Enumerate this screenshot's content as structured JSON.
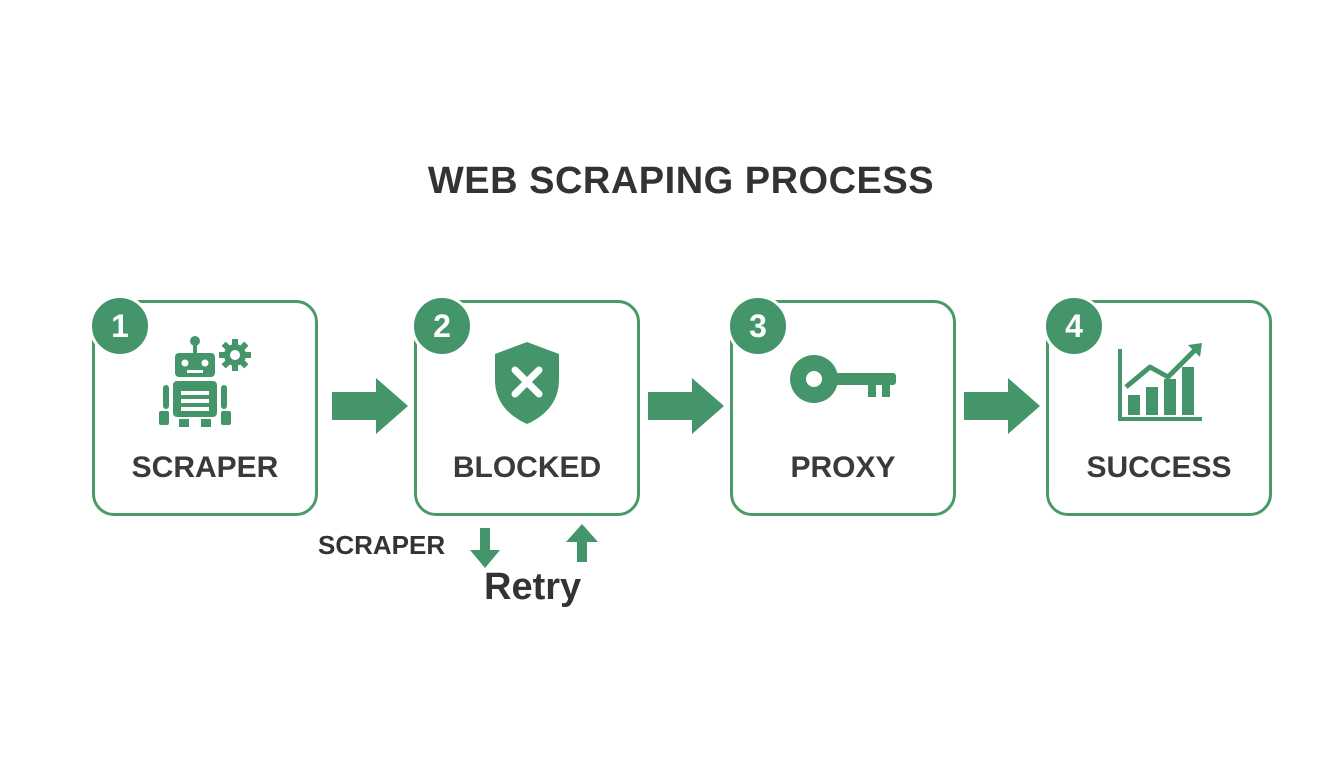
{
  "title": "WEB SCRAPING PROCESS",
  "steps": [
    {
      "number": "1",
      "label": "SCRAPER",
      "icon": "robot-gear-icon"
    },
    {
      "number": "2",
      "label": "BLOCKED",
      "icon": "shield-x-icon"
    },
    {
      "number": "3",
      "label": "PROXY",
      "icon": "key-icon"
    },
    {
      "number": "4",
      "label": "SUCCESS",
      "icon": "growth-chart-icon"
    }
  ],
  "retry": {
    "label": "Retry",
    "source_label": "SCRAPER"
  },
  "colors": {
    "accent": "#44966a",
    "border": "#4a9a66",
    "text": "#333333",
    "background": "#ffffff"
  }
}
